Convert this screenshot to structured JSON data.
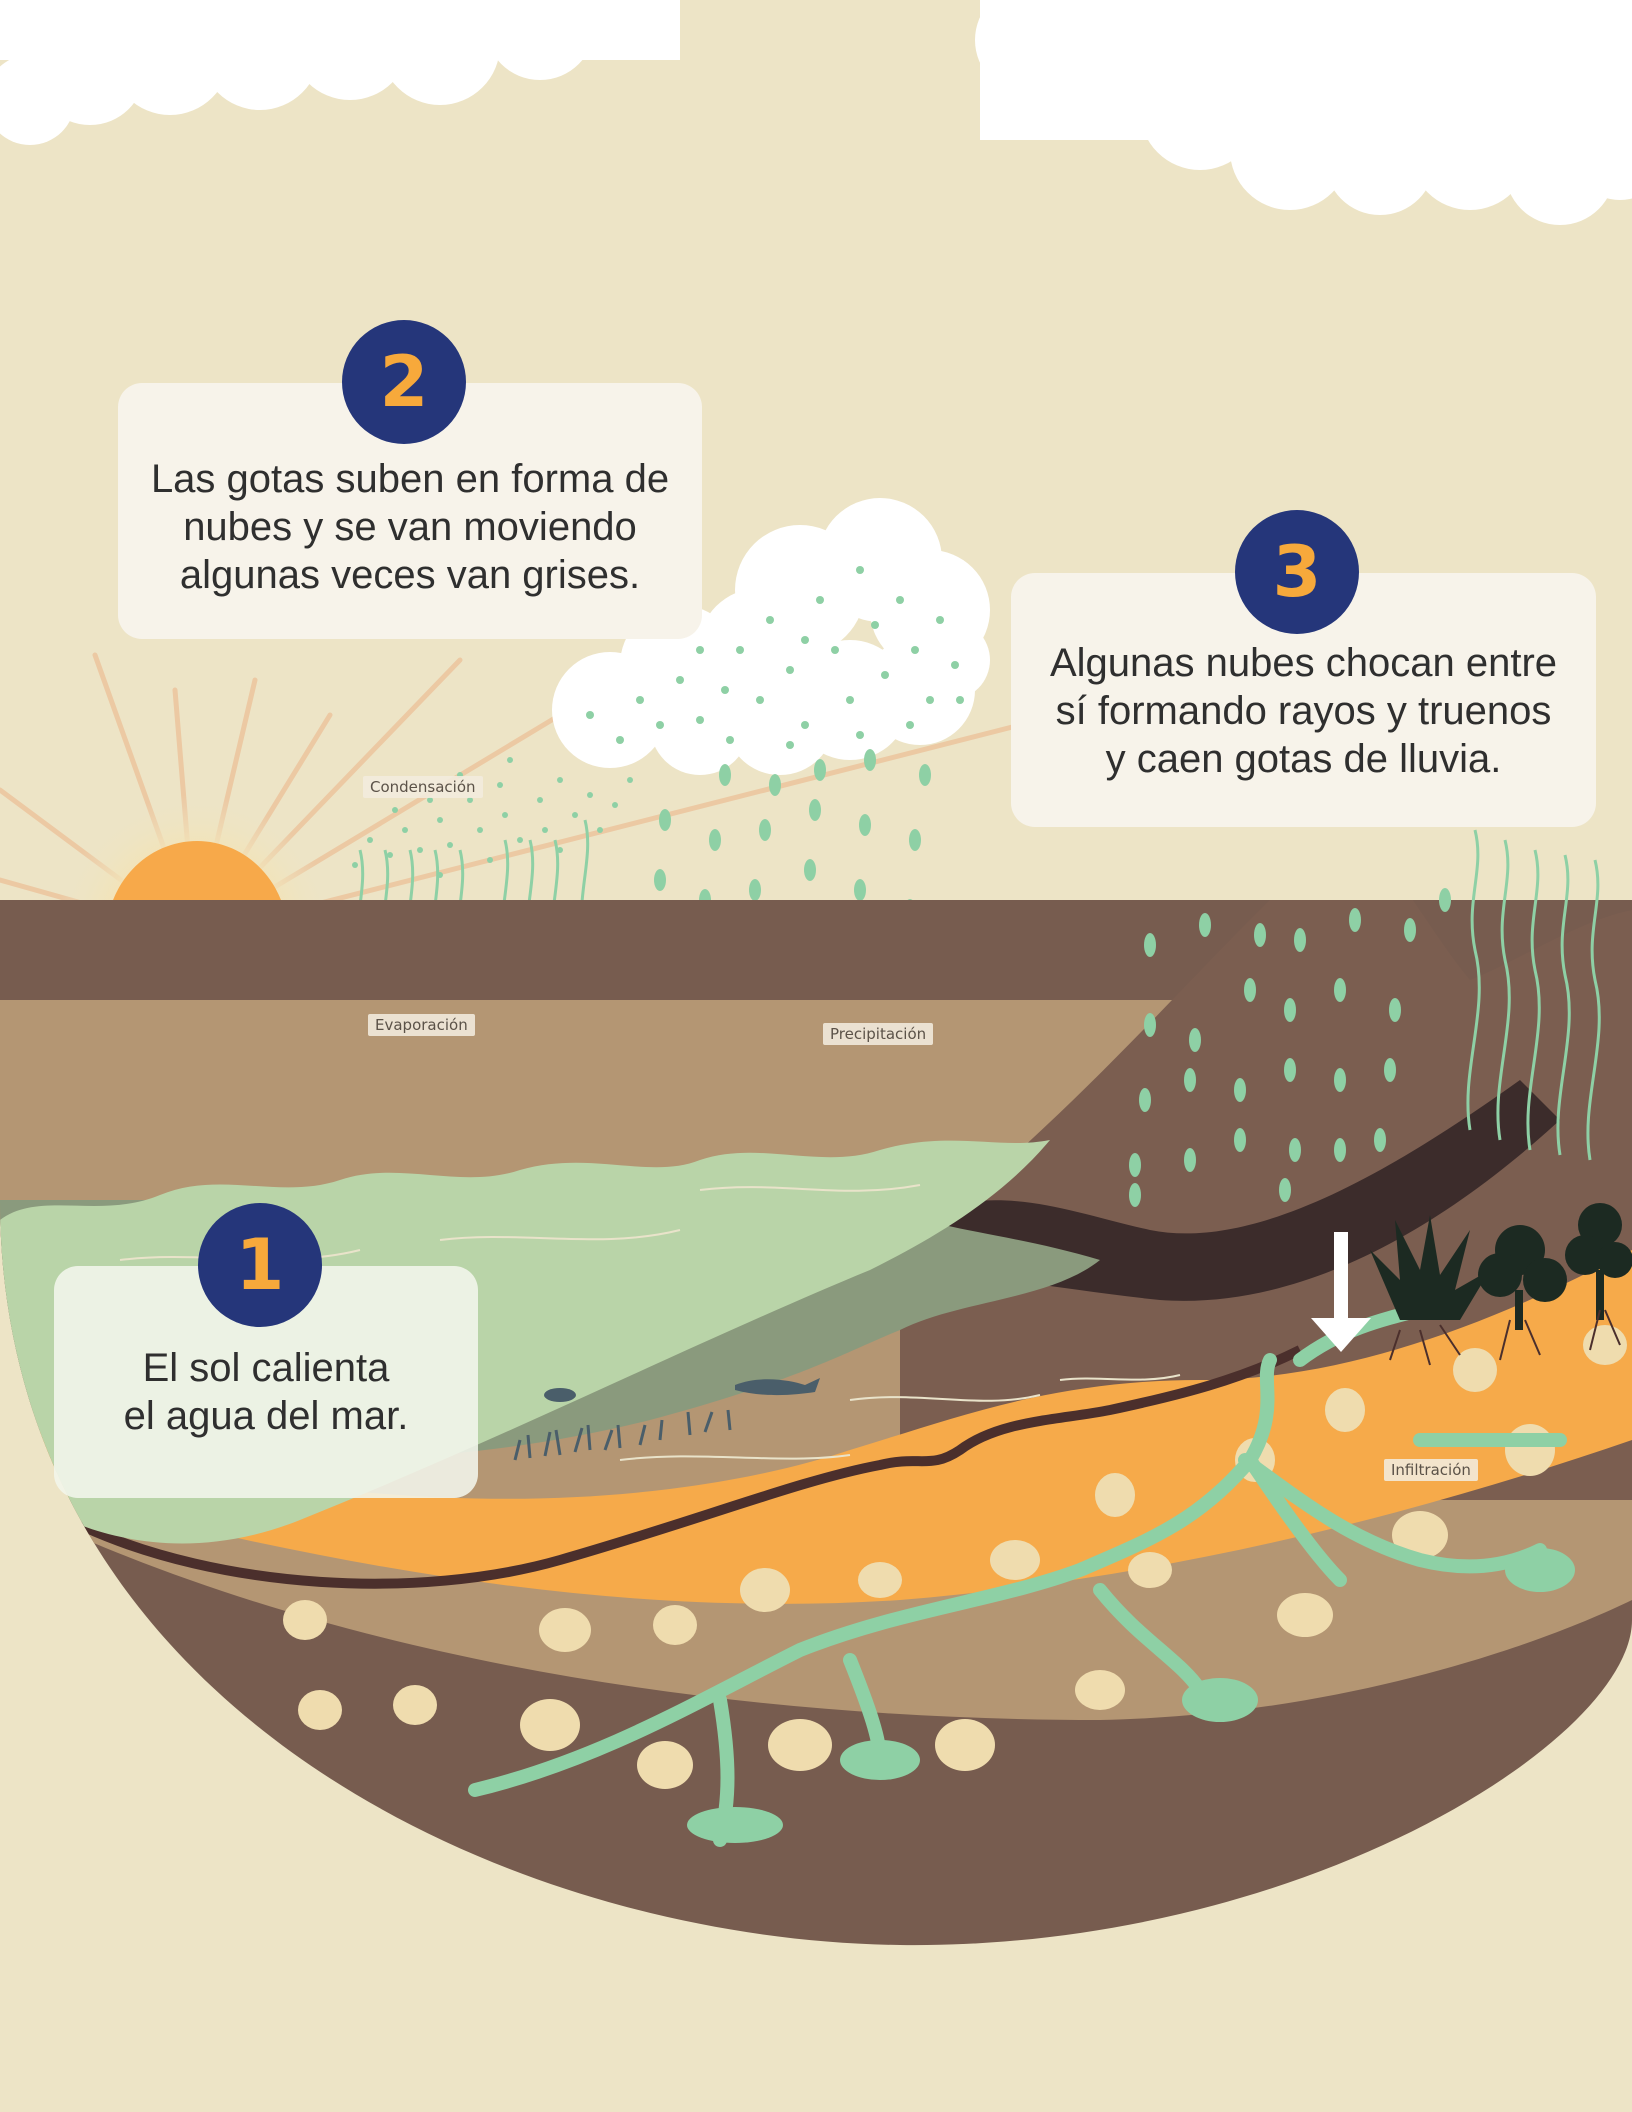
{
  "steps": [
    {
      "number": "1",
      "text": "El sol calienta\nel agua del mar."
    },
    {
      "number": "2",
      "text": "Las gotas suben en forma de\nnubes y se van moviendo\nalgunas veces van grises."
    },
    {
      "number": "3",
      "text": "Algunas nubes chocan entre\nsí formando rayos y truenos\ny caen gotas de lluvia."
    }
  ],
  "process_labels": {
    "condensation": "Condensación",
    "evaporation": "Evaporación",
    "precipitation": "Precipitación",
    "infiltration": "Infiltración"
  },
  "colors": {
    "background": "#ede4c6",
    "sun": "#f7a94a",
    "sea": "#b9d4a8",
    "seabed": "#8a9a7d",
    "sand_layer": "#f6aa4a",
    "soil_layer": "#b49673",
    "rock_layer": "#775c4f",
    "mountain": "#7b5e50",
    "water_drops": "#8ed0a5",
    "badge": "#25367a",
    "badge_number": "#f7a93b"
  }
}
